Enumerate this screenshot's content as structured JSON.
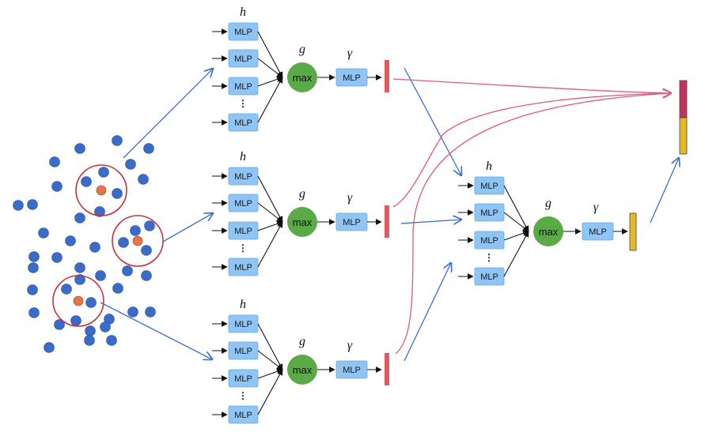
{
  "labels": {
    "h": "h",
    "g": "g",
    "gamma": "γ",
    "mlp": "MLP",
    "max": "max",
    "ellipsis": "⋮"
  },
  "colors": {
    "mlp_box": "#8ec5f5",
    "max_node": "#5aab47",
    "point": "#3a6bc7",
    "point_highlight": "#e8744a",
    "neighborhood_ring": "#c8323f",
    "feature_red": "#e05a5f",
    "feature_yellow": "#e8b824",
    "concat_top": "#c8315f",
    "concat_bottom": "#e8b824",
    "arrow_blue": "#3b6fcb",
    "arrow_red": "#e05a7a"
  }
}
